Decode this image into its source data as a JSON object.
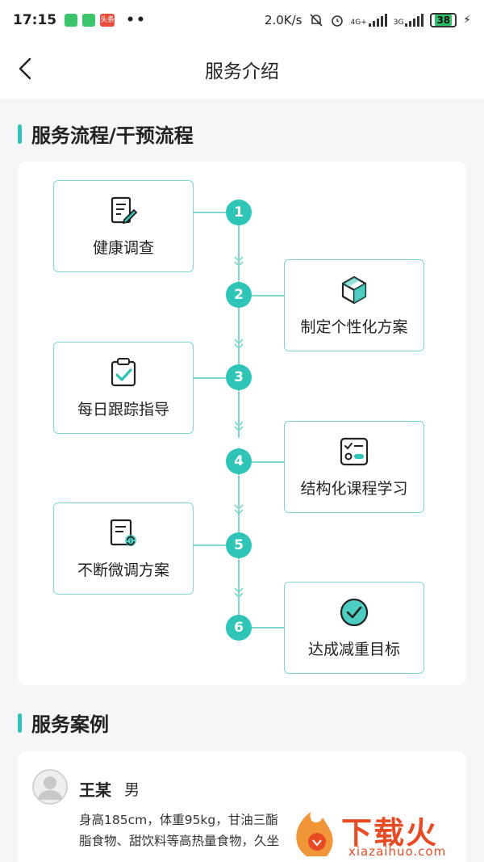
{
  "status_bar": {
    "time": "17:15",
    "notification_badge": "头条",
    "network_speed": "2.0K/s",
    "network_4g": "4G+",
    "network_3g": "3G",
    "battery": "38"
  },
  "nav": {
    "title": "服务介绍"
  },
  "sections": {
    "flow_title": "服务流程/干预流程",
    "case_title": "服务案例"
  },
  "steps": [
    {
      "num": "1",
      "label": "健康调查",
      "icon": "survey-pen-icon"
    },
    {
      "num": "2",
      "label": "制定个性化方案",
      "icon": "cube-icon"
    },
    {
      "num": "3",
      "label": "每日跟踪指导",
      "icon": "clipboard-check-icon"
    },
    {
      "num": "4",
      "label": "结构化课程学习",
      "icon": "course-list-icon"
    },
    {
      "num": "5",
      "label": "不断微调方案",
      "icon": "document-refresh-icon"
    },
    {
      "num": "6",
      "label": "达成减重目标",
      "icon": "check-circle-icon"
    }
  ],
  "case": {
    "name": "王某",
    "gender": "男",
    "desc_line1": "身高185cm，体重95kg，甘油三酯",
    "desc_line2": "脂食物、甜饮料等高热量食物，久坐"
  },
  "watermark": {
    "brand": "下载火",
    "domain": "xiazaihuo.com"
  },
  "colors": {
    "accent": "#2ec4b6",
    "border": "#7fd6cf",
    "watermark": "#e84b24"
  }
}
